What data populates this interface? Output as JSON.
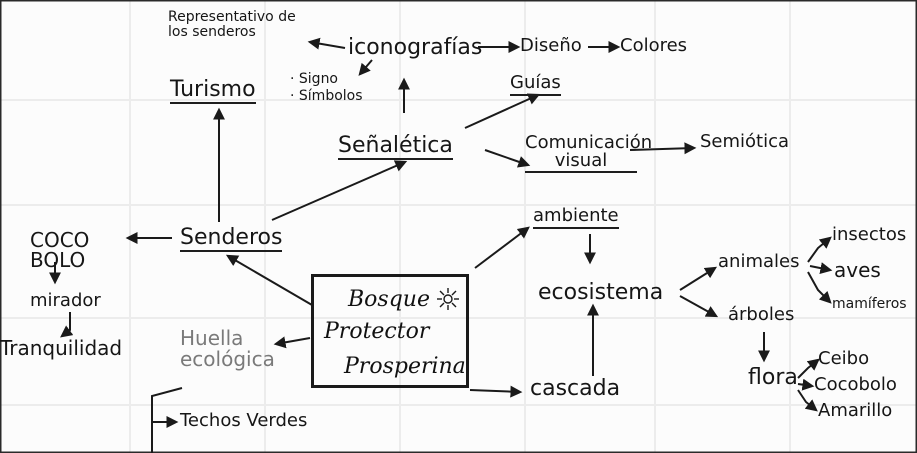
{
  "diagram": {
    "center": {
      "line1": "Bosque",
      "line2": "Protector",
      "line3": "Prosperina"
    },
    "nodes": {
      "representativo": "Representativo de los senderos",
      "iconografias": "iconografías",
      "diseno": "Diseño",
      "colores": "Colores",
      "turismo": "Turismo",
      "signo": "· Signo",
      "simbolos": "· Símbolos",
      "guias": "Guías",
      "senaletica": "Señalética",
      "comunicacion_visual": "Comunicación visual",
      "semiotica": "Semiótica",
      "ambiente": "ambiente",
      "coco_bolo": "COCO BOLO",
      "senderos": "Senderos",
      "ecosistema": "ecosistema",
      "animales": "animales",
      "insectos": "insectos",
      "aves": "aves",
      "mamiferos": "mamíferos",
      "arboles": "árboles",
      "mirador": "mirador",
      "tranquilidad": "Tranquilidad",
      "huella_ecologica": "Huella ecológica",
      "flora": "flora",
      "ceibo": "Ceibo",
      "cocobolo": "Cocobolo",
      "amarillo": "Amarillo",
      "cascada": "cascada",
      "techos_verdes": "Techos Verdes"
    }
  }
}
